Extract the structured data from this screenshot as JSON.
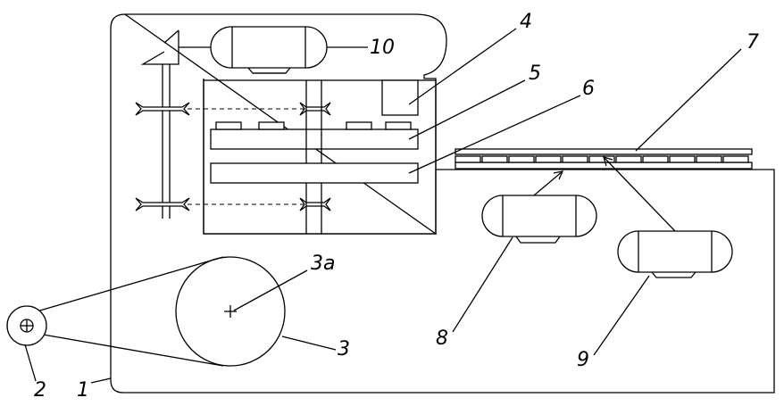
{
  "figure": {
    "labels": {
      "frame": "1",
      "pulley_small": "2",
      "pulley_large": "3",
      "pulley_axis": "3a",
      "block": "4",
      "upper_bar": "5",
      "lower_bar": "6",
      "conveyor": "7",
      "motor_left": "8",
      "motor_right": "9",
      "top_motor": "10"
    }
  }
}
